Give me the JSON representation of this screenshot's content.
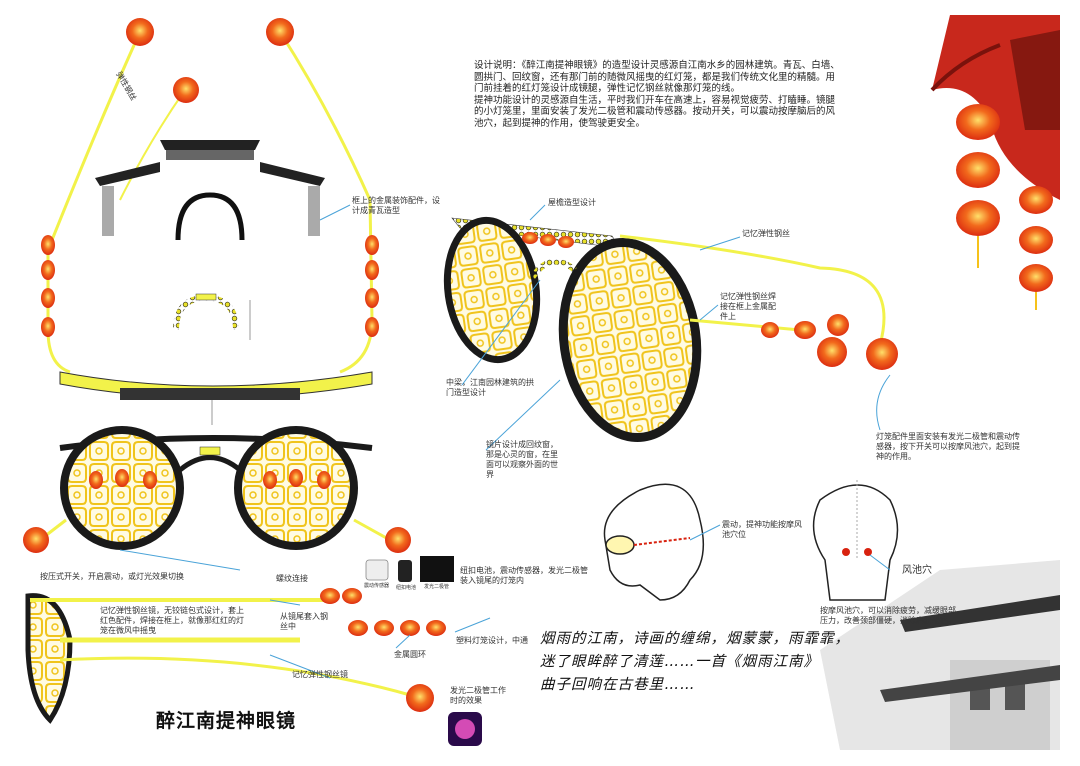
{
  "colors": {
    "lantern_red": "#e8351a",
    "lantern_gold": "#f6c21a",
    "wire_yellow": "#f2f24a",
    "frame_black": "#1a1a1a",
    "lattice_gold": "#f0c41c",
    "callout_blue": "#4aa3d8",
    "roof_red": "#c8281c"
  },
  "description": {
    "p1": "设计说明：《醉江南提神眼镜》的造型设计灵感源自江南水乡的园林建筑。青瓦、白墙、圆拱门、回纹窗，还有那门前的随微风摇曳的红灯笼，都是我们传统文化里的精髓。用门前挂着的红灯笼设计成镜腿，弹性记忆钢丝就像那灯笼的线。",
    "p2": "提神功能设计的灵感源自生活，平时我们开车在高速上，容易视觉疲劳、打瞌睡。镜腿的小灯笼里，里面安装了发光二极管和震动传感器。按动开关，可以震动按摩脑后的风池穴，起到提神的作用，使驾驶更安全。"
  },
  "labels": {
    "elastic_wire_top": "弹性钢丝",
    "frame_metal": "框上的金属装饰配件，设计成青瓦造型",
    "eave_design": "屋檐造型设计",
    "memory_wire": "记忆弹性钢丝",
    "memory_wire_weld": "记忆弹性钢丝焊接在框上金属配件上",
    "bridge": "中梁，江南园林建筑的拱门造型设计",
    "lens": "镜片设计成回纹窗，那是心灵的窗，在里面可以观察外面的世界",
    "lantern_part": "灯笼配件里面安装有发光二极管和震动传感器，按下开关可以按摩风池穴，起到提神的作用。",
    "switch": "按压式开关，开启震动，或灯光效果切换",
    "thread": "螺纹连接",
    "battery": "纽扣电池，震动传感器，发光二极管装入镜尾的灯笼内",
    "battery_small_1": "震动传感器",
    "battery_small_2": "纽扣电池",
    "battery_small_3": "发光二极管",
    "temple_design": "记忆弹性钢丝镜，无铰链包式设计，套上红色配件，焊接在框上，就像那红红的灯笼在微风中摇曳",
    "slide_in": "从镜尾套入钢丝中",
    "metal_ring": "金属圆环",
    "plastic_lantern": "塑料灯笼设计，中通",
    "memory_temple": "记忆弹性钢丝镜",
    "led_effect": "发光二极管工作时的效果",
    "vibration": "震动，提神功能按摩风池穴位",
    "fengchi": "风池穴",
    "massage": "按摩风池穴，可以消除疲劳，减缓眼部压力，改善颈部僵硬，消除肩膀酸痛。"
  },
  "poem": {
    "line1": "烟雨的江南，诗画的缠绵，烟蒙蒙，雨霏霏，",
    "line2": "迷了眼眸醉了清莲……一首《烟雨江南》",
    "line3": "曲子回响在古巷里……"
  },
  "title": "醉江南提神眼镜"
}
